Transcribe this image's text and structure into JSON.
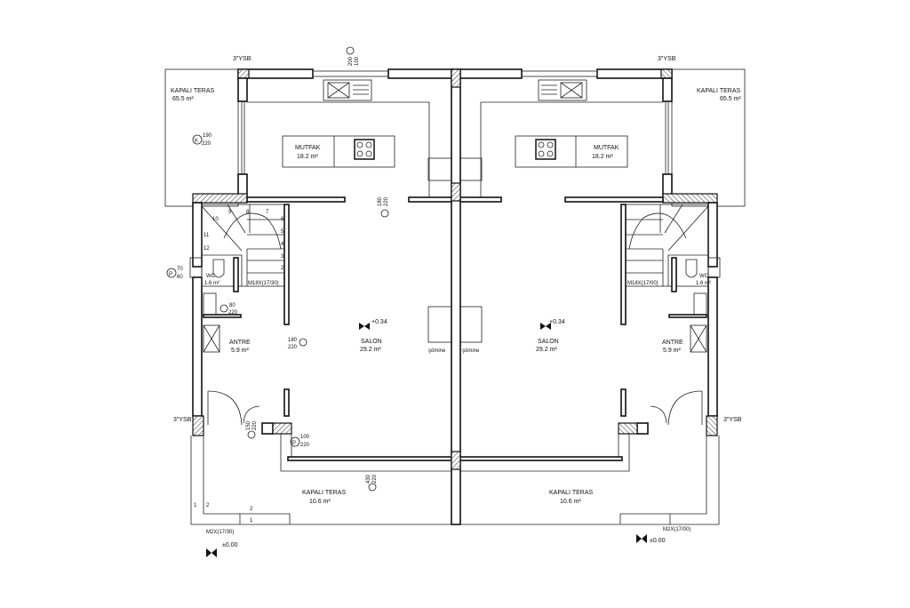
{
  "left_unit": {
    "kapali_teras_top": {
      "name": "KAPALI TERAS",
      "area": "65.5 m²"
    },
    "mutfak": {
      "name": "MUTFAK",
      "area": "18.2 m²"
    },
    "salon": {
      "name": "SALON",
      "area": "29.2 m²"
    },
    "antre": {
      "name": "ANTRE",
      "area": "5.9 m²"
    },
    "wc": {
      "name": "WC",
      "area": "1.6 m²"
    },
    "kapali_teras_bottom": {
      "name": "KAPALI TERAS",
      "area": "10.6 m²"
    },
    "ysb_top": "3\"YSB",
    "ysb_bottom": "3\"YSB",
    "stair_label": "M18X(17/30)",
    "stair_steps": [
      "1",
      "2",
      "3",
      "4",
      "5",
      "6",
      "7",
      "8",
      "9",
      "10",
      "11",
      "12"
    ],
    "entry_label": "M2X(17/30)",
    "salon_level": "+0.34",
    "ground_level": "±0.00",
    "somine": "şömine",
    "axis_labels": [
      "1",
      "2",
      "2",
      "1"
    ],
    "openings": [
      {
        "type": "P",
        "w": "200",
        "h": "100"
      },
      {
        "type": "K",
        "w": "190",
        "h": "220"
      },
      {
        "type": "K",
        "w": "180",
        "h": "220"
      },
      {
        "type": "P",
        "w": "70",
        "h": "60"
      },
      {
        "type": "K",
        "w": "80",
        "h": "220"
      },
      {
        "type": "K",
        "w": "180",
        "h": "220"
      },
      {
        "type": "K",
        "w": "150",
        "h": "220"
      },
      {
        "type": "P",
        "w": "100",
        "h": "220"
      },
      {
        "type": "K",
        "w": "430",
        "h": "220"
      }
    ]
  },
  "right_unit": {
    "kapali_teras_top": {
      "name": "KAPALI TERAS",
      "area": "65.5 m²"
    },
    "mutfak": {
      "name": "MUTFAK",
      "area": "18.2 m²"
    },
    "salon": {
      "name": "SALON",
      "area": "29.2 m²"
    },
    "antre": {
      "name": "ANTRE",
      "area": "5.9 m²"
    },
    "wc": {
      "name": "WC",
      "area": "1.6 m²"
    },
    "kapali_teras_bottom": {
      "name": "KAPALI TERAS",
      "area": "10.6 m²"
    },
    "ysb_top": "3\"YSB",
    "ysb_bottom": "3\"YSB",
    "stair_label": "M18X(17/00)",
    "entry_label": "M2X(17/00)",
    "salon_level": "+0.34",
    "ground_level": "±0.00",
    "somine": "şömine"
  }
}
